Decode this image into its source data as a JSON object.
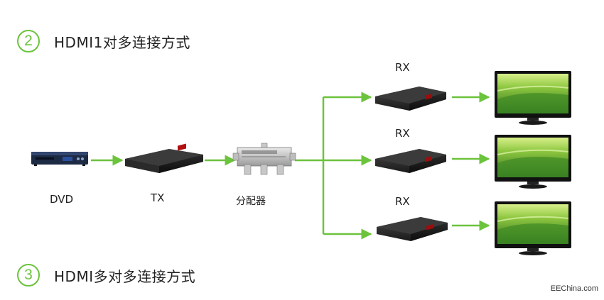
{
  "sections": {
    "s2": {
      "num": "2",
      "title": "HDMI1对多连接方式"
    },
    "s3": {
      "num": "3",
      "title": "HDMI多对多连接方式"
    }
  },
  "devices": {
    "dvd": "DVD",
    "tx": "TX",
    "splitter": "分配器",
    "rx": [
      "RX",
      "RX",
      "RX"
    ]
  },
  "watermark": "EEChina.com",
  "colors": {
    "accent": "#6cc33c",
    "device": "#1b1b1b",
    "screen": "#5aa23a"
  }
}
